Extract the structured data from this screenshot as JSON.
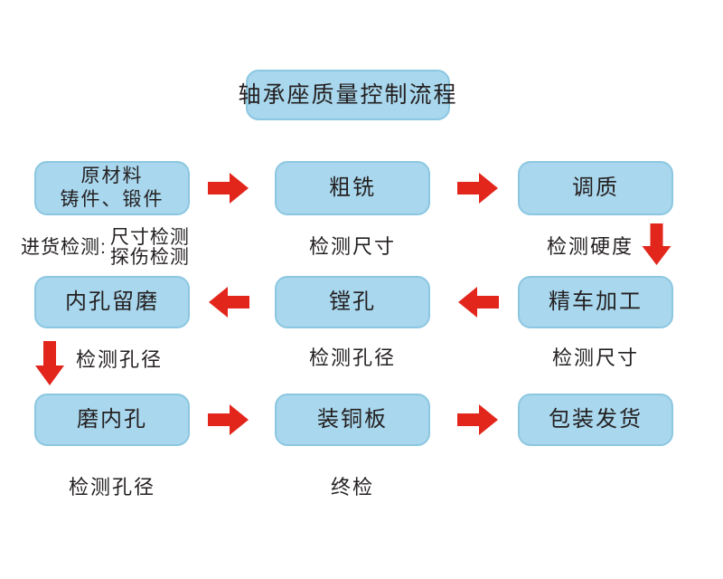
{
  "colors": {
    "background": "#ffffff",
    "box_fill": "#a9d7ed",
    "box_border": "#8cc7e1",
    "arrow_red": "#e2261c",
    "text": "#231f20"
  },
  "title": "轴承座质量控制流程",
  "rows": [
    {
      "arrow_direction": "right",
      "steps": [
        {
          "lines": [
            "原材料",
            "铸件、锻件"
          ],
          "note_prefix": "进货检测:",
          "note_stack": [
            "尺寸检测",
            "探伤检测"
          ]
        },
        {
          "lines": [
            "粗铣"
          ],
          "note": "检测尺寸"
        },
        {
          "lines": [
            "调质"
          ],
          "note": "检测硬度",
          "note_arrow": "down"
        }
      ]
    },
    {
      "arrow_direction": "left",
      "steps": [
        {
          "lines": [
            "内孔留磨"
          ],
          "note": "检测孔径",
          "note_arrow": "down"
        },
        {
          "lines": [
            "镗孔"
          ],
          "note": "检测孔径"
        },
        {
          "lines": [
            "精车加工"
          ],
          "note": "检测尺寸"
        }
      ]
    },
    {
      "arrow_direction": "right",
      "steps": [
        {
          "lines": [
            "磨内孔"
          ],
          "note": "检测孔径"
        },
        {
          "lines": [
            "装铜板"
          ],
          "note": "终检"
        },
        {
          "lines": [
            "包装发货"
          ]
        }
      ]
    }
  ]
}
